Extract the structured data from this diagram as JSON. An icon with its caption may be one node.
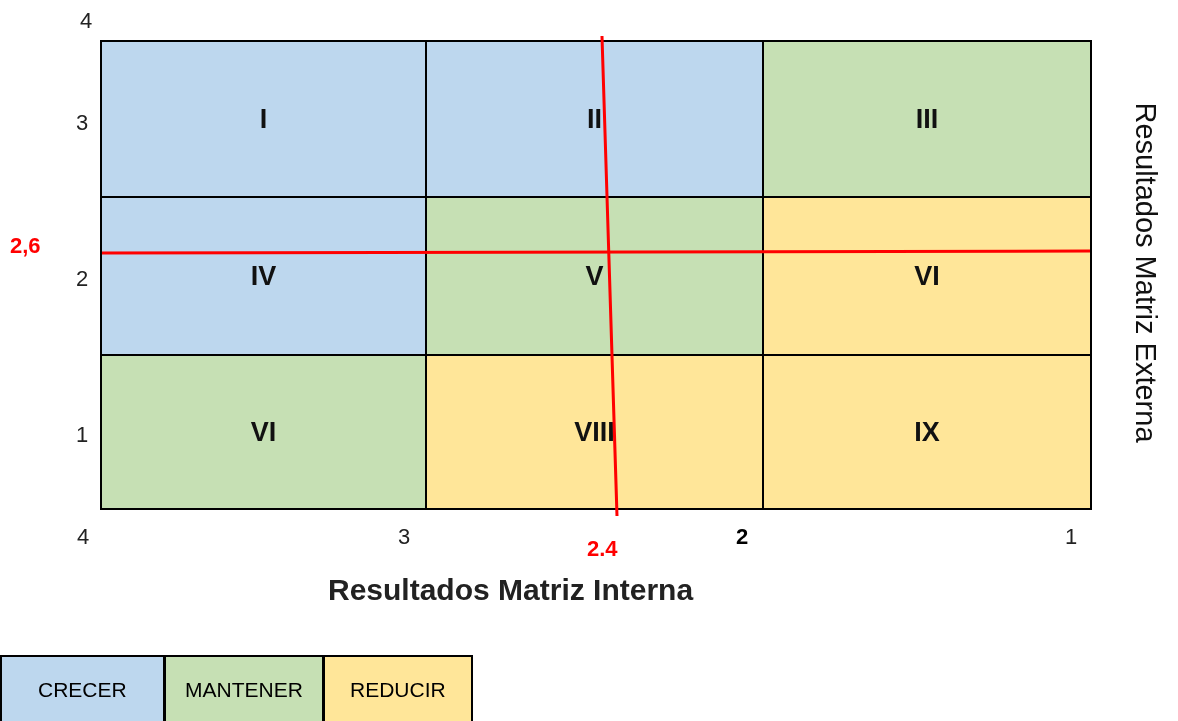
{
  "diagram": {
    "nodes": [
      {
        "text": [
          "I"
        ]
      },
      {
        "text": [
          "II"
        ]
      },
      {
        "text": [
          "III"
        ]
      },
      {
        "text": [
          "IV"
        ]
      },
      {
        "text": [
          "V"
        ]
      },
      {
        "text": [
          "VI"
        ]
      },
      {
        "text": [
          "VI"
        ]
      },
      {
        "text": [
          "VIII"
        ]
      },
      {
        "text": [
          "IX"
        ]
      }
    ],
    "labels": [
      "4",
      "3",
      "2,6",
      "2",
      "1",
      "4",
      "3",
      "2",
      "1",
      "2.4",
      "Resultados Matriz Interna",
      "Resultados Matriz Externa"
    ],
    "legend": [
      {
        "text": "CRECER",
        "color": "#bdd7ee"
      },
      {
        "text": "MANTENER",
        "color": "#c6e0b4"
      },
      {
        "text": "REDUCIR",
        "color": "#ffe699"
      }
    ]
  }
}
